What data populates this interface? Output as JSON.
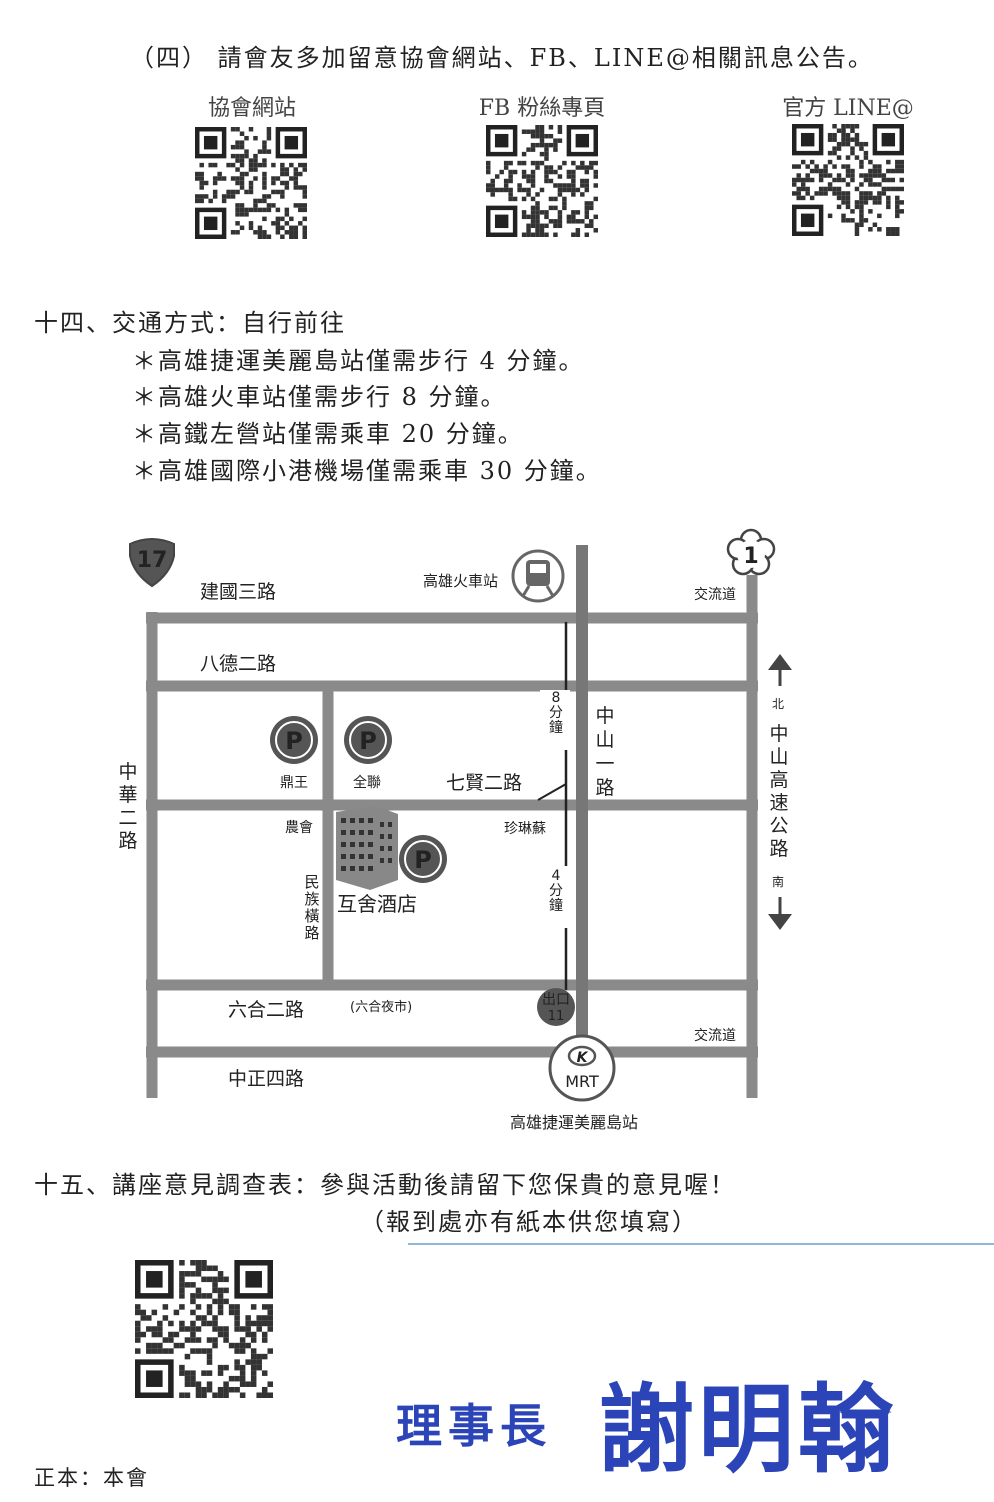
{
  "notice": {
    "line": "（四） 請會友多加留意協會網站、FB、LINE@相關訊息公告。",
    "qr_codes": [
      {
        "label": "協會網站"
      },
      {
        "label": "FB 粉絲專頁"
      },
      {
        "label": "官方 LINE@"
      }
    ]
  },
  "transport": {
    "heading": "十四、交通方式：自行前往",
    "items": [
      "＊高雄捷運美麗島站僅需步行 4 分鐘。",
      "＊高雄火車站僅需步行 8 分鐘。",
      "＊高鐵左營站僅需乘車 20 分鐘。",
      "＊高雄國際小港機場僅需乘車 30 分鐘。"
    ]
  },
  "map": {
    "route_17": "17",
    "route_1": "1",
    "station": "高雄火車站",
    "road_jianguo": "建國三路",
    "road_bade": "八德二路",
    "road_qixian": "七賢二路",
    "road_liuhe": "六合二路",
    "liuhe_market": "(六合夜市)",
    "road_zhongzheng": "中正四路",
    "road_zhonghua": "中華二路",
    "road_zhongshan": "中山一路",
    "road_minzu": "民族橫路",
    "highway": "中山高速公路",
    "north": "北",
    "south": "南",
    "interchange_top": "交流道",
    "interchange_bottom": "交流道",
    "walk_8": "8 分鐘",
    "walk_4": "4 分鐘",
    "parking_symbol": "P",
    "parking_dingwang": "鼎王",
    "parking_quanlian": "全聯",
    "farmers_assoc": "農會",
    "zhenlinsu": "珍琳蘇",
    "hotel": "互舍酒店",
    "exit": "出口",
    "exit_no": "11",
    "mrt": "MRT",
    "mrt_station": "高雄捷運美麗島站"
  },
  "survey": {
    "heading": "十五、講座意見調查表：參與活動後請留下您保貴的意見喔！",
    "note": "（報到處亦有紙本供您填寫）"
  },
  "signature": {
    "title": "理事長",
    "name": "謝明翰"
  },
  "footer": "正本：本會"
}
